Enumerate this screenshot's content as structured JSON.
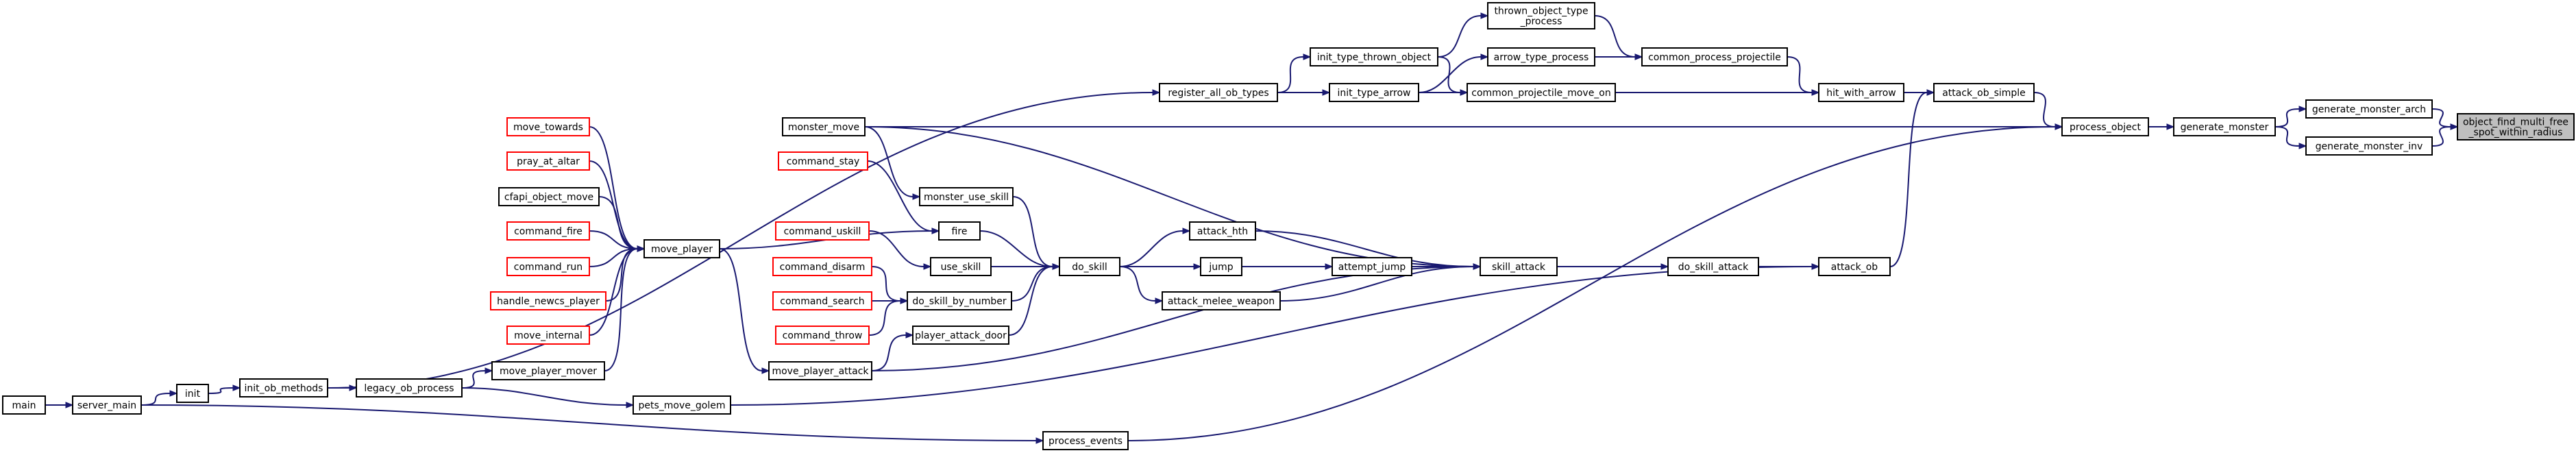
{
  "graph": {
    "colors": {
      "edge": "#191970",
      "node_border": "#000000",
      "node_missing_border": "#ff0000",
      "focus_fill": "#bfbfbf",
      "node_fill": "#ffffff"
    },
    "nodes": {
      "object_find_multi_free_spot_within_radius": {
        "lines": [
          "object_find_multi_free",
          "_spot_within_radius"
        ],
        "style": "focus"
      },
      "generate_monster_arch": {
        "lines": [
          "generate_monster_arch"
        ],
        "style": "normal"
      },
      "generate_monster_inv": {
        "lines": [
          "generate_monster_inv"
        ],
        "style": "normal"
      },
      "generate_monster": {
        "lines": [
          "generate_monster"
        ],
        "style": "normal"
      },
      "process_object": {
        "lines": [
          "process_object"
        ],
        "style": "normal"
      },
      "attack_ob_simple": {
        "lines": [
          "attack_ob_simple"
        ],
        "style": "normal"
      },
      "hit_with_arrow": {
        "lines": [
          "hit_with_arrow"
        ],
        "style": "normal"
      },
      "common_process_projectile": {
        "lines": [
          "common_process_projectile"
        ],
        "style": "normal"
      },
      "thrown_object_type_process": {
        "lines": [
          "thrown_object_type",
          "_process"
        ],
        "style": "normal"
      },
      "arrow_type_process": {
        "lines": [
          "arrow_type_process"
        ],
        "style": "normal"
      },
      "common_projectile_move_on": {
        "lines": [
          "common_projectile_move_on"
        ],
        "style": "normal"
      },
      "init_type_thrown_object": {
        "lines": [
          "init_type_thrown_object"
        ],
        "style": "normal"
      },
      "init_type_arrow": {
        "lines": [
          "init_type_arrow"
        ],
        "style": "normal"
      },
      "register_all_ob_types": {
        "lines": [
          "register_all_ob_types"
        ],
        "style": "normal"
      },
      "init_ob_methods": {
        "lines": [
          "init_ob_methods"
        ],
        "style": "normal"
      },
      "init": {
        "lines": [
          "init"
        ],
        "style": "normal"
      },
      "server_main": {
        "lines": [
          "server_main"
        ],
        "style": "normal"
      },
      "main": {
        "lines": [
          "main"
        ],
        "style": "normal"
      },
      "monster_move": {
        "lines": [
          "monster_move"
        ],
        "style": "normal"
      },
      "skill_attack": {
        "lines": [
          "skill_attack"
        ],
        "style": "normal"
      },
      "do_skill_attack": {
        "lines": [
          "do_skill_attack"
        ],
        "style": "normal"
      },
      "attack_ob": {
        "lines": [
          "attack_ob"
        ],
        "style": "normal"
      },
      "attack_hth": {
        "lines": [
          "attack_hth"
        ],
        "style": "normal"
      },
      "jump": {
        "lines": [
          "jump"
        ],
        "style": "normal"
      },
      "attempt_jump": {
        "lines": [
          "attempt_jump"
        ],
        "style": "normal"
      },
      "attack_melee_weapon": {
        "lines": [
          "attack_melee_weapon"
        ],
        "style": "normal"
      },
      "do_skill": {
        "lines": [
          "do_skill"
        ],
        "style": "normal"
      },
      "monster_use_skill": {
        "lines": [
          "monster_use_skill"
        ],
        "style": "normal"
      },
      "fire": {
        "lines": [
          "fire"
        ],
        "style": "normal"
      },
      "use_skill": {
        "lines": [
          "use_skill"
        ],
        "style": "normal"
      },
      "do_skill_by_number": {
        "lines": [
          "do_skill_by_number"
        ],
        "style": "normal"
      },
      "player_attack_door": {
        "lines": [
          "player_attack_door"
        ],
        "style": "normal"
      },
      "move_player_attack": {
        "lines": [
          "move_player_attack"
        ],
        "style": "normal"
      },
      "move_player": {
        "lines": [
          "move_player"
        ],
        "style": "normal"
      },
      "move_player_mover": {
        "lines": [
          "move_player_mover"
        ],
        "style": "normal"
      },
      "legacy_ob_process": {
        "lines": [
          "legacy_ob_process"
        ],
        "style": "normal"
      },
      "pets_move_golem": {
        "lines": [
          "pets_move_golem"
        ],
        "style": "normal"
      },
      "process_events": {
        "lines": [
          "process_events"
        ],
        "style": "normal"
      },
      "move_towards": {
        "lines": [
          "move_towards"
        ],
        "style": "missing"
      },
      "pray_at_altar": {
        "lines": [
          "pray_at_altar"
        ],
        "style": "missing"
      },
      "cfapi_object_move": {
        "lines": [
          "cfapi_object_move"
        ],
        "style": "normal"
      },
      "command_fire": {
        "lines": [
          "command_fire"
        ],
        "style": "missing"
      },
      "command_run": {
        "lines": [
          "command_run"
        ],
        "style": "missing"
      },
      "handle_newcs_player": {
        "lines": [
          "handle_newcs_player"
        ],
        "style": "missing"
      },
      "move_internal": {
        "lines": [
          "move_internal"
        ],
        "style": "missing"
      },
      "command_stay": {
        "lines": [
          "command_stay"
        ],
        "style": "missing"
      },
      "command_uskill": {
        "lines": [
          "command_uskill"
        ],
        "style": "missing"
      },
      "command_disarm": {
        "lines": [
          "command_disarm"
        ],
        "style": "missing"
      },
      "command_search": {
        "lines": [
          "command_search"
        ],
        "style": "missing"
      },
      "command_throw": {
        "lines": [
          "command_throw"
        ],
        "style": "missing"
      }
    },
    "edges": [
      [
        "generate_monster_arch",
        "object_find_multi_free_spot_within_radius"
      ],
      [
        "generate_monster_inv",
        "object_find_multi_free_spot_within_radius"
      ],
      [
        "generate_monster",
        "generate_monster_arch"
      ],
      [
        "generate_monster",
        "generate_monster_inv"
      ],
      [
        "process_object",
        "generate_monster"
      ],
      [
        "attack_ob_simple",
        "process_object"
      ],
      [
        "hit_with_arrow",
        "attack_ob_simple"
      ],
      [
        "common_process_projectile",
        "hit_with_arrow"
      ],
      [
        "common_projectile_move_on",
        "hit_with_arrow"
      ],
      [
        "thrown_object_type_process",
        "common_process_projectile"
      ],
      [
        "arrow_type_process",
        "common_process_projectile"
      ],
      [
        "init_type_thrown_object",
        "thrown_object_type_process"
      ],
      [
        "init_type_arrow",
        "arrow_type_process"
      ],
      [
        "init_type_thrown_object",
        "common_projectile_move_on"
      ],
      [
        "init_type_arrow",
        "common_projectile_move_on"
      ],
      [
        "register_all_ob_types",
        "init_type_thrown_object"
      ],
      [
        "register_all_ob_types",
        "init_type_arrow"
      ],
      [
        "init_ob_methods",
        "register_all_ob_types"
      ],
      [
        "init",
        "init_ob_methods"
      ],
      [
        "server_main",
        "init"
      ],
      [
        "main",
        "server_main"
      ],
      [
        "monster_move",
        "process_object"
      ],
      [
        "attack_ob",
        "attack_ob_simple"
      ],
      [
        "do_skill_attack",
        "attack_ob"
      ],
      [
        "skill_attack",
        "do_skill_attack"
      ],
      [
        "attack_hth",
        "skill_attack"
      ],
      [
        "attempt_jump",
        "skill_attack"
      ],
      [
        "attack_melee_weapon",
        "skill_attack"
      ],
      [
        "monster_move",
        "skill_attack"
      ],
      [
        "move_player_attack",
        "skill_attack"
      ],
      [
        "jump",
        "attempt_jump"
      ],
      [
        "do_skill",
        "attack_hth"
      ],
      [
        "do_skill",
        "jump"
      ],
      [
        "do_skill",
        "attack_melee_weapon"
      ],
      [
        "monster_use_skill",
        "do_skill"
      ],
      [
        "fire",
        "do_skill"
      ],
      [
        "use_skill",
        "do_skill"
      ],
      [
        "do_skill_by_number",
        "do_skill"
      ],
      [
        "player_attack_door",
        "do_skill"
      ],
      [
        "monster_move",
        "monster_use_skill"
      ],
      [
        "move_player",
        "fire"
      ],
      [
        "command_stay",
        "fire"
      ],
      [
        "command_uskill",
        "use_skill"
      ],
      [
        "command_disarm",
        "do_skill_by_number"
      ],
      [
        "command_search",
        "do_skill_by_number"
      ],
      [
        "command_throw",
        "do_skill_by_number"
      ],
      [
        "move_player_attack",
        "player_attack_door"
      ],
      [
        "move_player",
        "move_player_attack"
      ],
      [
        "move_towards",
        "move_player"
      ],
      [
        "pray_at_altar",
        "move_player"
      ],
      [
        "cfapi_object_move",
        "move_player"
      ],
      [
        "command_fire",
        "move_player"
      ],
      [
        "command_run",
        "move_player"
      ],
      [
        "handle_newcs_player",
        "move_player"
      ],
      [
        "move_internal",
        "move_player"
      ],
      [
        "move_player_mover",
        "move_player"
      ],
      [
        "legacy_ob_process",
        "move_player_mover"
      ],
      [
        "init_ob_methods",
        "legacy_ob_process"
      ],
      [
        "pets_move_golem",
        "attack_ob"
      ],
      [
        "legacy_ob_process",
        "pets_move_golem"
      ],
      [
        "process_events",
        "process_object"
      ],
      [
        "server_main",
        "process_events"
      ]
    ]
  }
}
